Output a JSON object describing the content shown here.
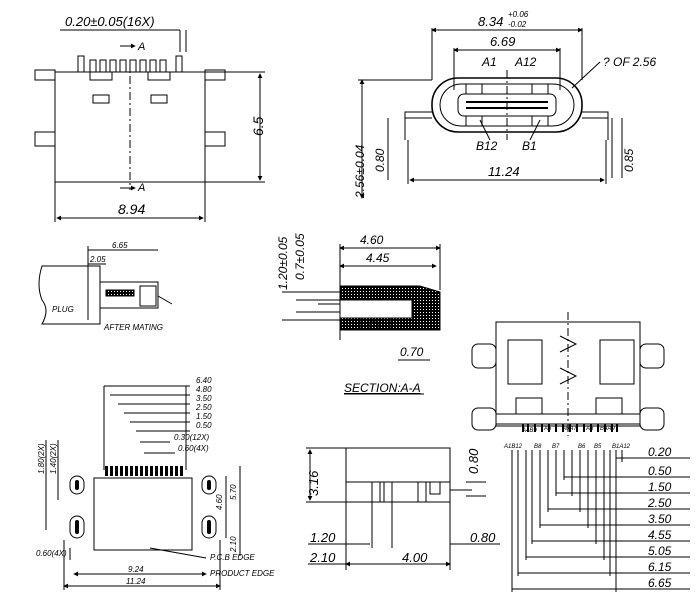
{
  "top_left": {
    "pin_pitch": "0.20±0.05(16X)",
    "section_mark_top": "A",
    "section_mark_bottom": "A",
    "height": "6.5",
    "width": "8.94"
  },
  "top_right": {
    "width_main": "8.34",
    "tol_plus": "+0.06",
    "tol_minus": "-0.02",
    "inner_width": "6.69",
    "a1": "A1",
    "a12": "A12",
    "radius_note": "? OF 2.56",
    "b12": "B12",
    "b1": "B1",
    "height_total": "2.56±0.04",
    "height_080": "0.80",
    "height_085": "0.85",
    "overall_width": "11.24"
  },
  "plug": {
    "dim_665": "6.65",
    "dim_205": "2.05",
    "plug_label": "PLUG",
    "after_mating": "AFTER MATING"
  },
  "section": {
    "dim_120": "1.20±0.05",
    "dim_07": "0.7±0.05",
    "dim_460": "4.60",
    "dim_445": "4.45",
    "dim_070": "0.70",
    "title": "SECTION:A-A"
  },
  "pcb": {
    "dims_top": [
      "6.40",
      "4.80",
      "3.50",
      "2.50",
      "1.50",
      "0.50",
      "0.30(12X)",
      "0.60(4X)"
    ],
    "dim_180": "1.80(2X)",
    "dim_140": "1.40(2X)",
    "dim_460": "4.60",
    "dim_570": "5.70",
    "dim_210": "2.10",
    "dim_060": "0.60(4X)",
    "dim_924": "9.24",
    "dim_1124": "11.24",
    "pcb_edge": "P.C.B EDGE",
    "product_edge": "PRODUCT EDGE"
  },
  "side": {
    "dim_316": "3.16",
    "dim_080": "0.80",
    "dim_120": "1.20",
    "dim_210": "2.10",
    "dim_400": "4.00",
    "dim_080b": "0.80"
  },
  "bottom_right": {
    "pins_top": [
      "A4B9",
      "A5",
      "A6A7",
      "A8",
      "B4A9"
    ],
    "pins_bottom": [
      "A1B12",
      "B8",
      "B7",
      "B6",
      "B5",
      "B1A12"
    ],
    "dims": [
      "0.20",
      "0.50",
      "1.50",
      "2.50",
      "3.50",
      "4.55",
      "5.05",
      "6.15",
      "6.65"
    ]
  }
}
